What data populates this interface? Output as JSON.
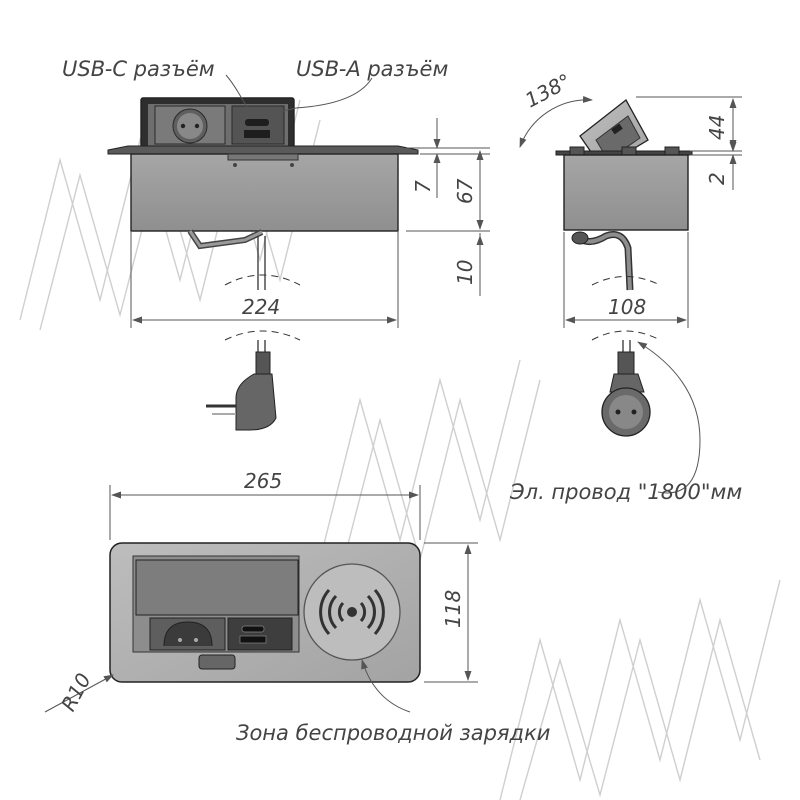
{
  "labels": {
    "usb_c": "USB-C разъём",
    "usb_a": "USB-A разъём",
    "cable": "Эл. провод \"1800\"мм",
    "wireless_zone": "Зона беспроводной зарядки",
    "radius": "R10"
  },
  "dimensions": {
    "front_width": "224",
    "side_width": "108",
    "top_width": "265",
    "top_height": "118",
    "body_height": "67",
    "lid_offset": "7",
    "bottom_clearance": "10",
    "lid_height": "44",
    "side_offset": "2",
    "tilt_angle": "138°"
  },
  "colors": {
    "metal_light": "#b8b8b8",
    "metal_body": "#9a9a9a",
    "dark_panel": "#4a4a4a",
    "line": "#222222"
  },
  "icons": [
    "schuko-socket-icon",
    "usb-port-icon",
    "wireless-charging-icon",
    "power-plug-icon"
  ]
}
